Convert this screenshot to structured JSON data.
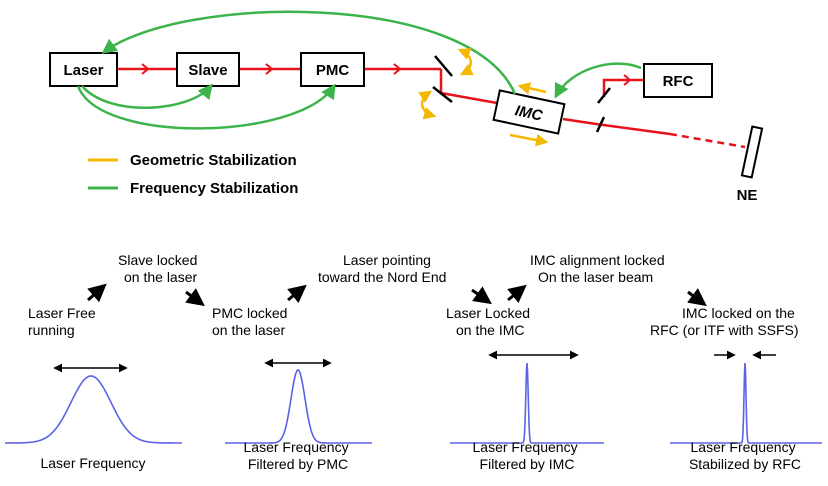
{
  "setup": {
    "boxes": {
      "laser": "Laser",
      "slave": "Slave",
      "pmc": "PMC",
      "imc": "IMC",
      "rfc": "RFC",
      "ne": "NE"
    },
    "legend": [
      {
        "label": "Geometric Stabilization",
        "color": "#f5b800"
      },
      {
        "label": "Frequency Stabilization",
        "color": "#3cb44b"
      }
    ],
    "beam_color": "#e8121a"
  },
  "sequence": {
    "steps": [
      [
        "Laser Free",
        "running"
      ],
      [
        "Slave locked",
        "on the laser"
      ],
      [
        "PMC locked",
        "on the laser"
      ],
      [
        "Laser pointing",
        "toward the Nord End"
      ],
      [
        "Laser Locked",
        "on the IMC"
      ],
      [
        "IMC alignment locked",
        "On the laser beam"
      ],
      [
        "IMC locked on the",
        "RFC (or ITF with SSFS)"
      ]
    ],
    "captions": [
      [
        "Laser Frequency"
      ],
      [
        "Laser Frequency",
        "Filtered by PMC"
      ],
      [
        "Laser Frequency",
        "Filtered by IMC"
      ],
      [
        "Laser Frequency",
        "Stabilized by RFC"
      ]
    ],
    "curve_color": "#5b62e6"
  }
}
